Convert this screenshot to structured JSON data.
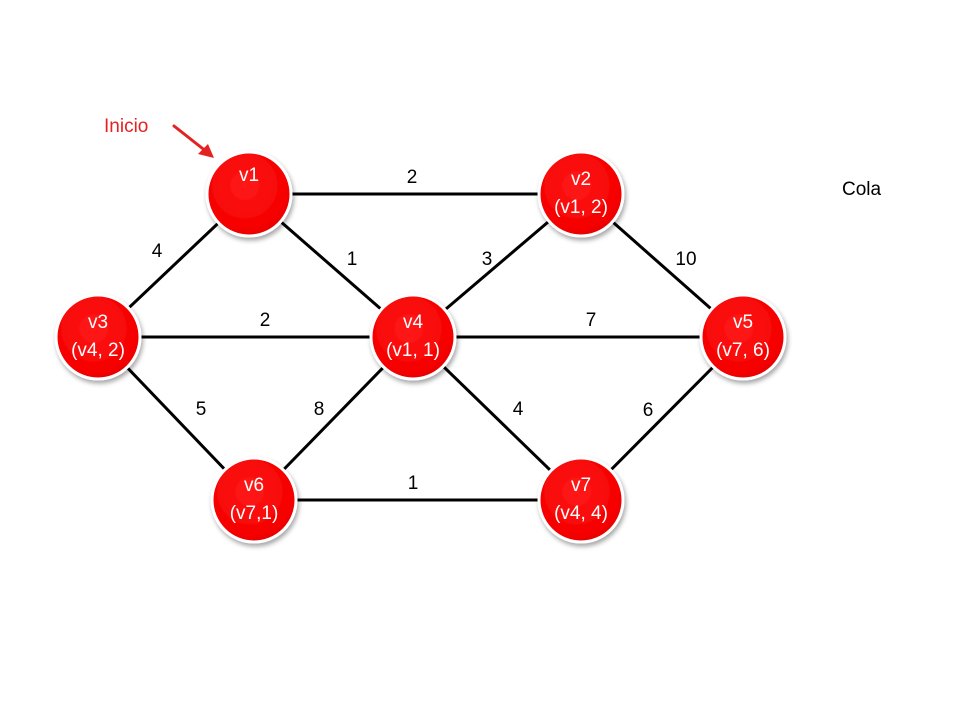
{
  "start_label": "Inicio",
  "queue_label": "Cola",
  "colors": {
    "node_fill": "#ff0000",
    "node_text": "#ffffff",
    "edge": "#000000",
    "start_arrow": "#e52222"
  },
  "nodes": [
    {
      "id": "v1",
      "label": "v1",
      "sub": ""
    },
    {
      "id": "v2",
      "label": "v2",
      "sub": "(v1, 2)"
    },
    {
      "id": "v3",
      "label": "v3",
      "sub": "(v4, 2)"
    },
    {
      "id": "v4",
      "label": "v4",
      "sub": "(v1, 1)"
    },
    {
      "id": "v5",
      "label": "v5",
      "sub": "(v7, 6)"
    },
    {
      "id": "v6",
      "label": "v6",
      "sub": "(v7,1)"
    },
    {
      "id": "v7",
      "label": "v7",
      "sub": "(v4, 4)"
    }
  ],
  "edges": [
    {
      "from": "v1",
      "to": "v2",
      "weight": "2"
    },
    {
      "from": "v1",
      "to": "v3",
      "weight": "4"
    },
    {
      "from": "v1",
      "to": "v4",
      "weight": "1"
    },
    {
      "from": "v2",
      "to": "v4",
      "weight": "3"
    },
    {
      "from": "v2",
      "to": "v5",
      "weight": "10"
    },
    {
      "from": "v3",
      "to": "v4",
      "weight": "2"
    },
    {
      "from": "v4",
      "to": "v5",
      "weight": "7"
    },
    {
      "from": "v3",
      "to": "v6",
      "weight": "5"
    },
    {
      "from": "v4",
      "to": "v6",
      "weight": "8"
    },
    {
      "from": "v4",
      "to": "v7",
      "weight": "4"
    },
    {
      "from": "v5",
      "to": "v7",
      "weight": "6"
    },
    {
      "from": "v6",
      "to": "v7",
      "weight": "1"
    }
  ]
}
